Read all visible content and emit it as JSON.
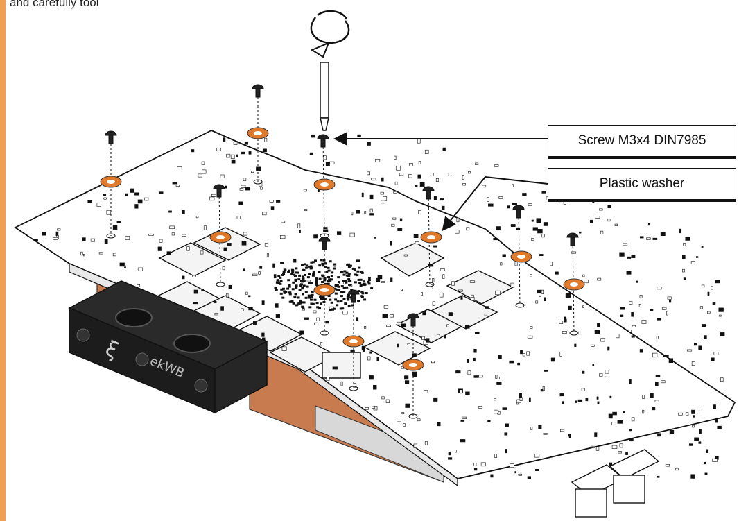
{
  "page": {
    "accent_color": "#f0a050",
    "top_text": "and carefully tool"
  },
  "callouts": {
    "screw_label": "Screw M3x4 DIN7985",
    "washer_label": "Plastic washer"
  },
  "block": {
    "logo_text": "ekWB"
  },
  "icons": {
    "rotation": "rotate-clockwise-icon",
    "screwdriver": "screwdriver-icon"
  },
  "colors": {
    "washer": "#e07a2a",
    "copper": "#c97b50",
    "block": "#1c1c1c"
  }
}
